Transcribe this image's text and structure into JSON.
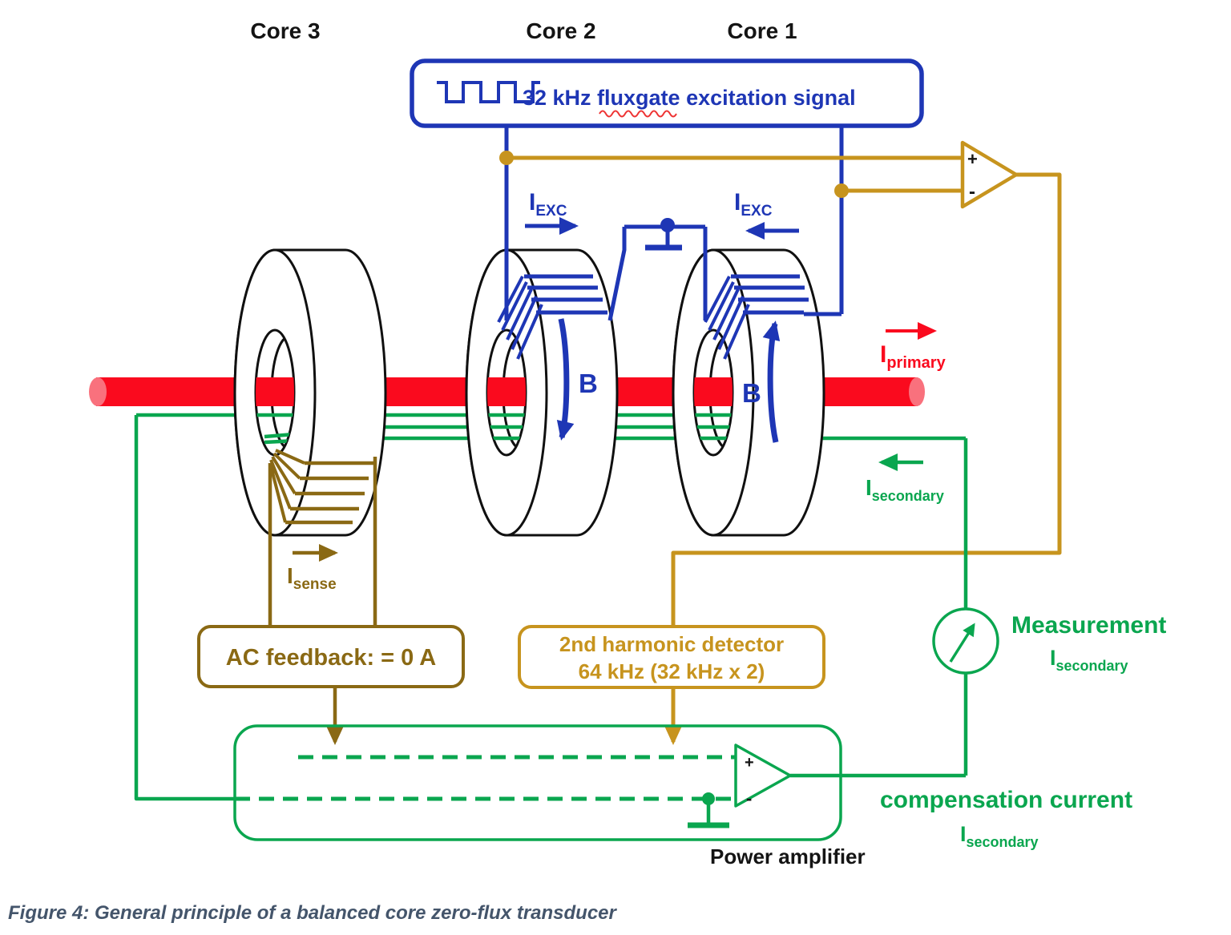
{
  "core_labels": {
    "core3": "Core 3",
    "core2": "Core 2",
    "core1": "Core 1"
  },
  "excitation_box": {
    "label": "32 kHz fluxgate excitation signal"
  },
  "labels": {
    "i_exc_main": "I",
    "i_exc_sub": "EXC",
    "i_primary_main": "I",
    "i_primary_sub": "primary",
    "i_secondary_main": "I",
    "i_secondary_sub": "secondary",
    "i_sense_main": "I",
    "i_sense_sub": "sense",
    "b_field": "B",
    "plus": "+",
    "minus": "-"
  },
  "boxes": {
    "ac_feedback": "AC feedback: = 0 A",
    "harmonic_line1": "2nd harmonic detector",
    "harmonic_line2": "64 kHz (32 kHz x 2)",
    "power_amplifier": "Power amplifier"
  },
  "measurement": {
    "title": "Measurement"
  },
  "compensation": {
    "title": "compensation current"
  },
  "caption": "Figure 4: General principle of a balanced core zero-flux transducer",
  "colors": {
    "blue": "#1e36b5",
    "red": "#fa0a1e",
    "redlight": "#f9717d",
    "green": "#0aa64f",
    "bgold": "#c7941e",
    "dgold": "#8a6914",
    "caption": "#44556b"
  }
}
